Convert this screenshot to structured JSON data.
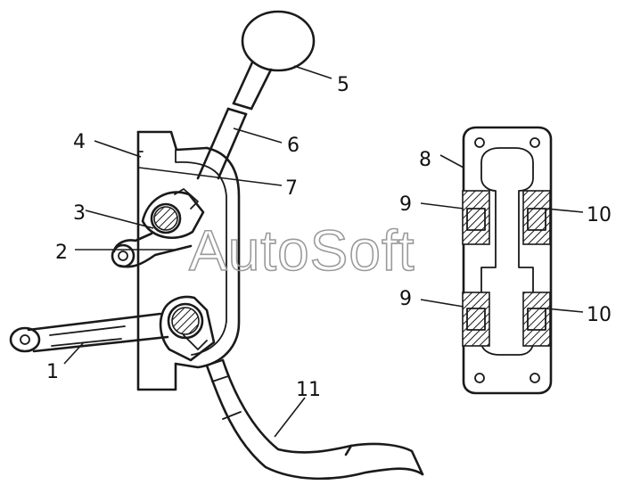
{
  "watermark": "AutoSoft",
  "callouts": {
    "c1": "1",
    "c2": "2",
    "c3": "3",
    "c4": "4",
    "c5": "5",
    "c6": "6",
    "c7": "7",
    "c8": "8",
    "c9a": "9",
    "c9b": "9",
    "c10a": "10",
    "c10b": "10",
    "c11": "11"
  }
}
